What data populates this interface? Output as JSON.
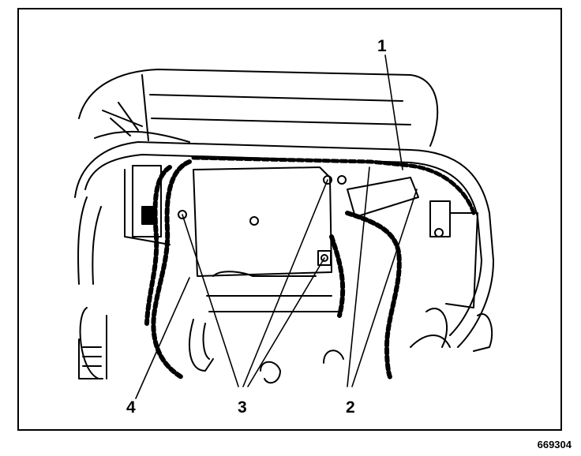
{
  "diagram": {
    "callouts": [
      {
        "id": "c1",
        "label": "1"
      },
      {
        "id": "c2",
        "label": "2"
      },
      {
        "id": "c3",
        "label": "3"
      },
      {
        "id": "c4",
        "label": "4"
      }
    ],
    "figure_id": "669304",
    "colors": {
      "ink": "#000000",
      "paper": "#ffffff"
    }
  }
}
